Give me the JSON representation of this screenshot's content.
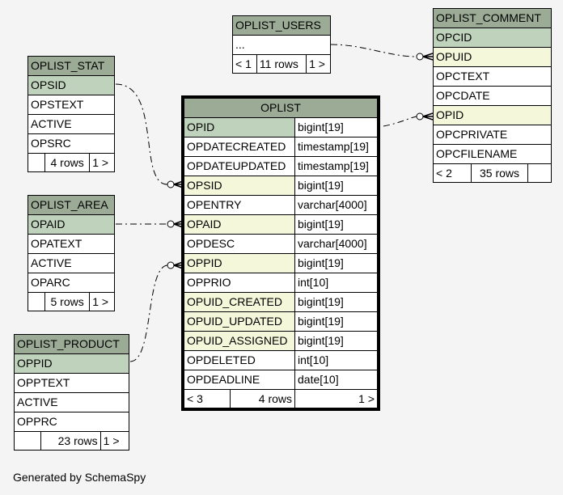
{
  "tables": {
    "oplist_users": {
      "title": "OPLIST_USERS",
      "rows": [
        {
          "name": "..."
        }
      ],
      "footer": {
        "left": "< 1",
        "middle": "11 rows",
        "right": "1 >"
      }
    },
    "oplist_comment": {
      "title": "OPLIST_COMMENT",
      "rows": [
        {
          "name": "OPCID",
          "kind": "pk"
        },
        {
          "name": "OPUID",
          "kind": "fk"
        },
        {
          "name": "OPCTEXT",
          "kind": ""
        },
        {
          "name": "OPCDATE",
          "kind": ""
        },
        {
          "name": "OPID",
          "kind": "fk"
        },
        {
          "name": "OPCPRIVATE",
          "kind": ""
        },
        {
          "name": "OPCFILENAME",
          "kind": ""
        }
      ],
      "footer": {
        "left": "< 2",
        "middle": "35 rows",
        "right": ""
      }
    },
    "oplist_stat": {
      "title": "OPLIST_STAT",
      "rows": [
        {
          "name": "OPSID",
          "kind": "pk"
        },
        {
          "name": "OPSTEXT",
          "kind": ""
        },
        {
          "name": "ACTIVE",
          "kind": ""
        },
        {
          "name": "OPSRC",
          "kind": ""
        }
      ],
      "footer": {
        "left": "",
        "middle": "4 rows",
        "right": "1 >"
      }
    },
    "oplist_area": {
      "title": "OPLIST_AREA",
      "rows": [
        {
          "name": "OPAID",
          "kind": "pk"
        },
        {
          "name": "OPATEXT",
          "kind": ""
        },
        {
          "name": "ACTIVE",
          "kind": ""
        },
        {
          "name": "OPARC",
          "kind": ""
        }
      ],
      "footer": {
        "left": "",
        "middle": "5 rows",
        "right": "1 >"
      }
    },
    "oplist_product": {
      "title": "OPLIST_PRODUCT",
      "rows": [
        {
          "name": "OPPID",
          "kind": "pk"
        },
        {
          "name": "OPPTEXT",
          "kind": ""
        },
        {
          "name": "ACTIVE",
          "kind": ""
        },
        {
          "name": "OPPRC",
          "kind": ""
        }
      ],
      "footer": {
        "left": "",
        "middle": "23 rows",
        "right": "1 >"
      }
    },
    "oplist": {
      "title": "OPLIST",
      "rows": [
        {
          "name": "OPID",
          "type": "bigint[19]",
          "kind": "pk"
        },
        {
          "name": "OPDATECREATED",
          "type": "timestamp[19]",
          "kind": ""
        },
        {
          "name": "OPDATEUPDATED",
          "type": "timestamp[19]",
          "kind": ""
        },
        {
          "name": "OPSID",
          "type": "bigint[19]",
          "kind": "fk"
        },
        {
          "name": "OPENTRY",
          "type": "varchar[4000]",
          "kind": ""
        },
        {
          "name": "OPAID",
          "type": "bigint[19]",
          "kind": "fk"
        },
        {
          "name": "OPDESC",
          "type": "varchar[4000]",
          "kind": ""
        },
        {
          "name": "OPPID",
          "type": "bigint[19]",
          "kind": "fk"
        },
        {
          "name": "OPPRIO",
          "type": "int[10]",
          "kind": ""
        },
        {
          "name": "OPUID_CREATED",
          "type": "bigint[19]",
          "kind": "fk"
        },
        {
          "name": "OPUID_UPDATED",
          "type": "bigint[19]",
          "kind": "fk"
        },
        {
          "name": "OPUID_ASSIGNED",
          "type": "bigint[19]",
          "kind": "fk"
        },
        {
          "name": "OPDELETED",
          "type": "int[10]",
          "kind": ""
        },
        {
          "name": "OPDEADLINE",
          "type": "date[10]",
          "kind": ""
        }
      ],
      "footer": {
        "left": "< 3",
        "middle": "4 rows",
        "right": "1 >"
      }
    }
  },
  "footer_text": "Generated by SchemaSpy"
}
